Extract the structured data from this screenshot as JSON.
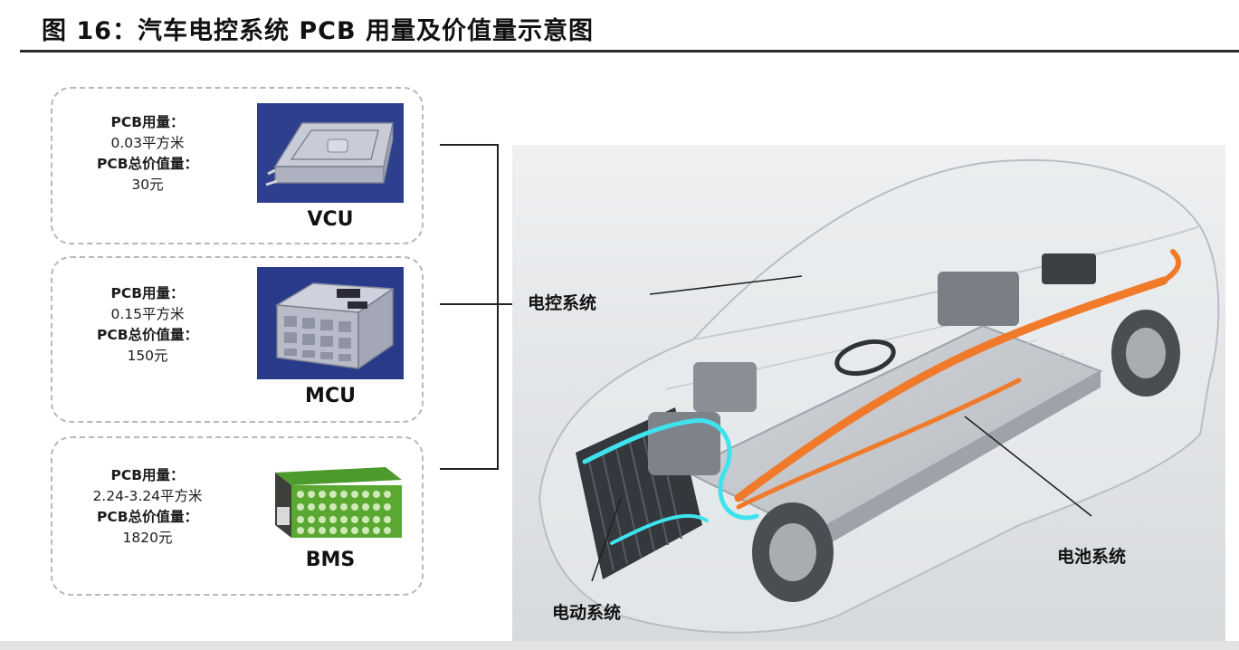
{
  "title": "图 16：汽车电控系统 PCB 用量及价值量示意图",
  "cards": [
    {
      "usage_label": "PCB用量：",
      "usage_value": "0.03平方米",
      "value_label": "PCB总价值量：",
      "value_value": "30元",
      "caption": "VCU"
    },
    {
      "usage_label": "PCB用量：",
      "usage_value": "0.15平方米",
      "value_label": "PCB总价值量：",
      "value_value": "150元",
      "caption": "MCU"
    },
    {
      "usage_label": "PCB用量：",
      "usage_value": "2.24-3.24平方米",
      "value_label": "PCB总价值量：",
      "value_value": "1820元",
      "caption": "BMS"
    }
  ],
  "labels": {
    "control_system": "电控系统",
    "battery_system": "电池系统",
    "drive_system": "电动系统"
  },
  "colors": {
    "vcu_bg": "#2e3f8e",
    "mcu_bg": "#2a3a8a",
    "battery_green": "#5aa832",
    "highlight_orange": "#f07a2a",
    "highlight_cyan": "#3fe3ee"
  }
}
